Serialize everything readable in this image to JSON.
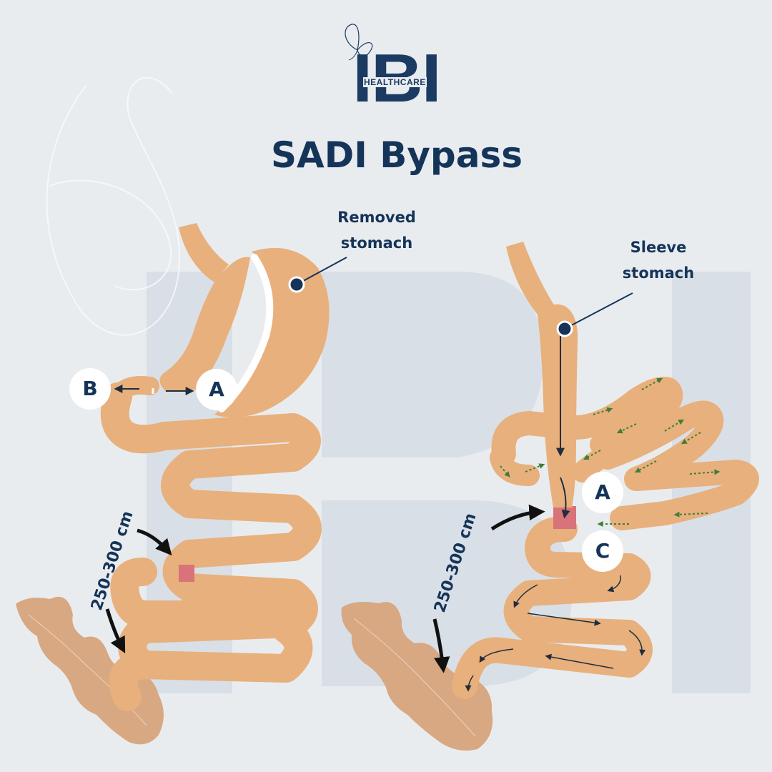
{
  "brand": {
    "logo_main": "IBI",
    "logo_sub": "HEALTHCARE"
  },
  "title": "SADI Bypass",
  "left_diagram": {
    "callout": {
      "line1": "Removed",
      "line2": "stomach"
    },
    "labels": {
      "b": "B",
      "a": "A"
    },
    "length": "250-300 cm"
  },
  "right_diagram": {
    "callout": {
      "line1": "Sleeve",
      "line2": "stomach"
    },
    "labels": {
      "a": "A",
      "c": "C"
    },
    "length": "250-300 cm"
  },
  "colors": {
    "background": "#e9ecef",
    "organ": "#e8b07c",
    "colon": "#d8a882",
    "anastomosis": "#d9737a",
    "navy": "#153459",
    "watermark": "#d3dbe3"
  }
}
